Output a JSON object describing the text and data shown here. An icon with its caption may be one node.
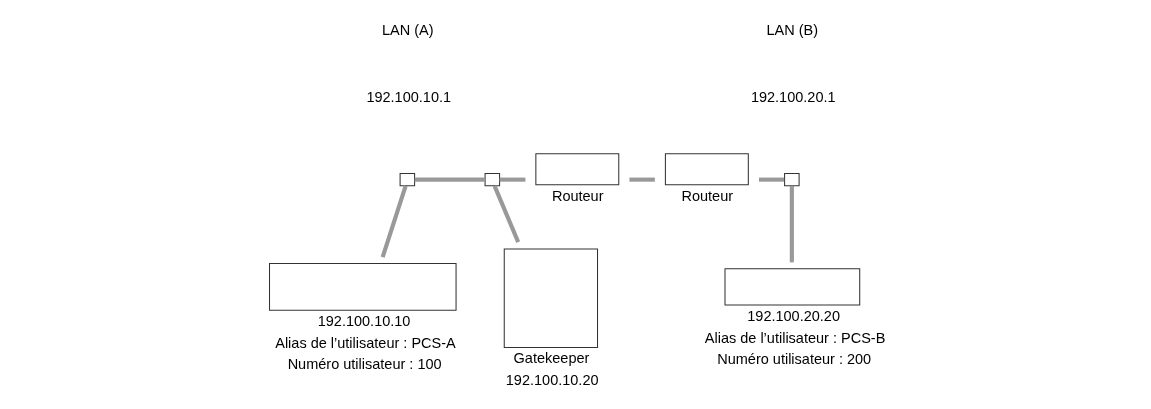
{
  "diagram": {
    "nodes": [
      {
        "text": [],
        "shape": "box"
      },
      {
        "text": [],
        "shape": "box",
        "beside": [
          "192.100.10.10",
          "Alias de l’utilisateur : PCS-A",
          "Numéro utilisateur : 100"
        ]
      },
      {
        "text": [],
        "shape": "box"
      },
      {
        "text": [],
        "shape": "box",
        "beside": [
          "Gatekeeper",
          "192.100.10.20"
        ]
      },
      {
        "text": [],
        "shape": "box",
        "beside": [
          "Routeur"
        ]
      },
      {
        "text": [],
        "shape": "box",
        "beside": [
          "Routeur"
        ]
      },
      {
        "text": [],
        "shape": "box"
      },
      {
        "text": [],
        "shape": "box",
        "beside": [
          "192.100.20.20",
          "Alias de l’utilisateur : PCS-B",
          "Numéro utilisateur : 200"
        ]
      }
    ],
    "edges": [
      {
        "from": 0,
        "to": 1,
        "arrow": "none"
      },
      {
        "from": 2,
        "to": 3,
        "arrow": "none"
      },
      {
        "from": 0,
        "to": 2,
        "arrow": "none"
      },
      {
        "from": 2,
        "to": 4,
        "arrow": "none"
      },
      {
        "from": 4,
        "to": 5,
        "arrow": "none"
      },
      {
        "from": 5,
        "to": 6,
        "arrow": "none"
      },
      {
        "from": 6,
        "to": 7,
        "arrow": "none"
      }
    ],
    "labels": [
      "LAN (A)",
      "LAN (B)",
      "192.100.10.1",
      "192.100.20.1"
    ]
  }
}
